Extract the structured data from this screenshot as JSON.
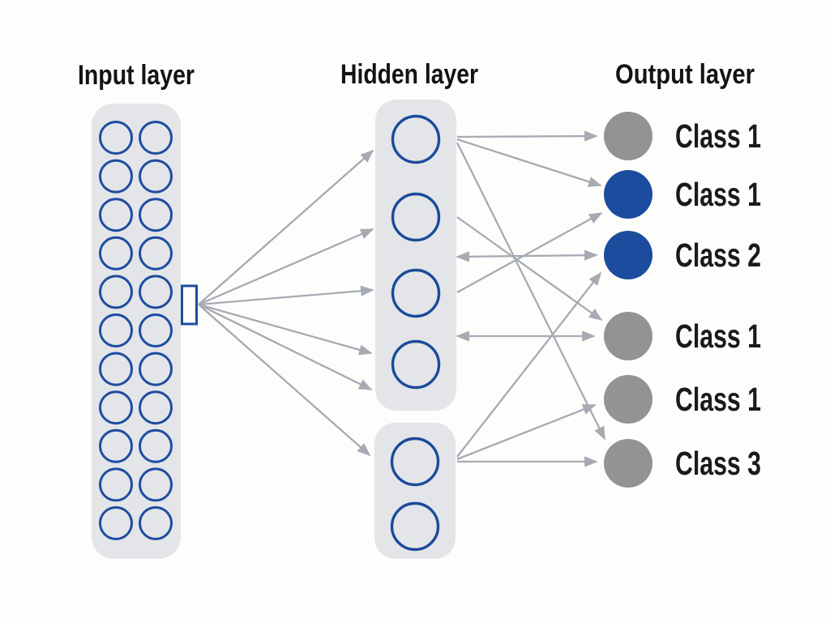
{
  "titles": {
    "input": "Input layer",
    "hidden": "Hidden layer",
    "output": "Output layer"
  },
  "input_layer": {
    "node_rows": 11,
    "node_columns": 2,
    "node_count": 22
  },
  "hidden_layer": {
    "group1_node_count": 4,
    "group2_node_count": 2
  },
  "output_layer": {
    "items": [
      {
        "label": "Class 1",
        "color": "#949394"
      },
      {
        "label": "Class 1",
        "color": "#1b4c9d"
      },
      {
        "label": "Class 2",
        "color": "#1b4c9d"
      },
      {
        "label": "Class 1",
        "color": "#949394"
      },
      {
        "label": "Class 1",
        "color": "#949394"
      },
      {
        "label": "Class 3",
        "color": "#949394"
      }
    ]
  },
  "colors": {
    "node_stroke_blue": "#1e4da0",
    "output_blue": "#1b4c9d",
    "output_gray": "#949394",
    "arrow_gray": "#a6aab2",
    "container_fill": "#e3e5e8",
    "background": "#fdfdfc",
    "text": "#131313"
  }
}
